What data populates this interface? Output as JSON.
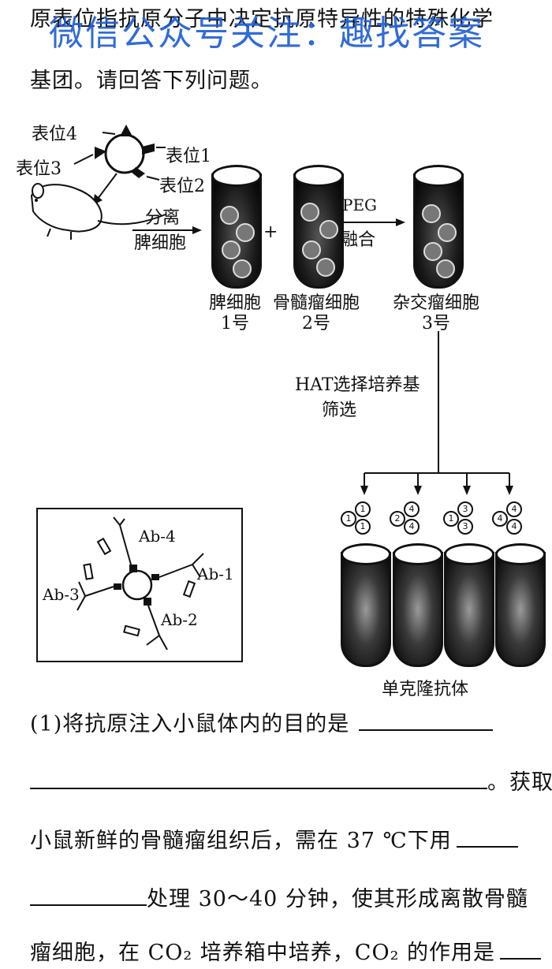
{
  "watermark": "微信公众号关注：趣找答案",
  "intro": {
    "line1": "原表位指抗原分子中决定抗原特异性的特殊化学",
    "line2": "基团。请回答下列问题。"
  },
  "diagram": {
    "epitopes": {
      "e1": "表位1",
      "e2": "表位2",
      "e3": "表位3",
      "e4": "表位4"
    },
    "step1": {
      "top": "分离",
      "bottom": "脾细胞"
    },
    "plus": "+",
    "step2": {
      "top": "PEG",
      "bottom": "融合"
    },
    "tubes": [
      {
        "name": "脾细胞",
        "num": "1号"
      },
      {
        "name": "骨髓瘤细胞",
        "num": "2号"
      },
      {
        "name": "杂交瘤细胞",
        "num": "3号"
      }
    ],
    "select": {
      "line1": "HAT选择培养基",
      "line2": "筛选"
    },
    "antibodies": {
      "ab1": "Ab-1",
      "ab2": "Ab-2",
      "ab3": "Ab-3",
      "ab4": "Ab-4"
    },
    "clone_label": "单克隆抗体"
  },
  "questions": {
    "q1_a": "(1)将抗原注入小鼠体内的目的是",
    "q1_b": "。获取",
    "q1_c": "小鼠新鲜的骨髓瘤组织后，需在 37 ℃下用",
    "q1_d": "处理 30～40 分钟，使其形成离散骨髓",
    "q1_e": "瘤细胞，在 CO₂ 培养箱中培养，CO₂ 的作用是"
  }
}
